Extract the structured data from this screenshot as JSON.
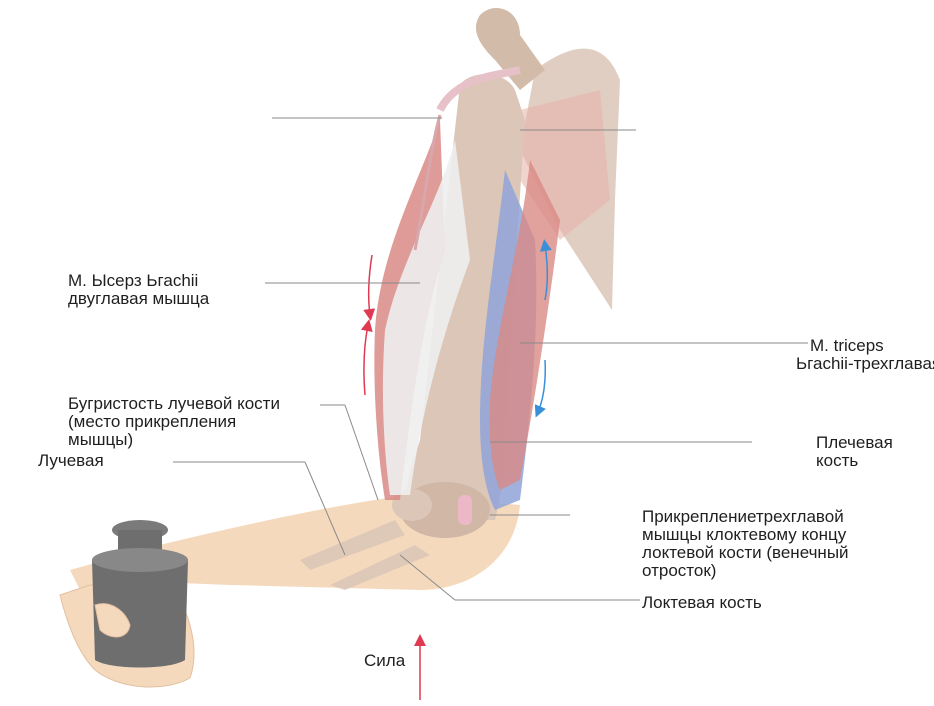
{
  "labels": {
    "biceps": {
      "line1": "M. Ысерз Ьгасhii",
      "line2": "двуглавая мышца"
    },
    "triceps": {
      "line1": "M. triceps",
      "line2": "Ьгасhii-трехглавая"
    },
    "tuberosity": {
      "line1": "Бугристость лучевой кости",
      "line2": "(место прикрепления",
      "line3": "мышцы)"
    },
    "radius": {
      "text": "Лучевая"
    },
    "humerus": {
      "line1": "Плечевая",
      "line2": "кость"
    },
    "triceps_attachment": {
      "line1": "Прикреплениетрехглавой",
      "line2": "мышцы клоктевому концу",
      "line3": "локтевой кости (венечный",
      "line4": "отросток)"
    },
    "ulna": {
      "text": "Локтевая кость"
    },
    "force": {
      "text": "Сила"
    }
  },
  "colors": {
    "bone": "#dcc6b8",
    "bone_shade": "#c9ae9e",
    "skin": "#f5d9bd",
    "muscle_red": "#d98985",
    "tendon": "#eeeeee",
    "blue_muscle": "#8fa3d8",
    "arrow_red": "#e03a52",
    "arrow_blue": "#3a8fd9",
    "weight": "#6e6e6e",
    "leader_line": "#8a8a8a"
  }
}
